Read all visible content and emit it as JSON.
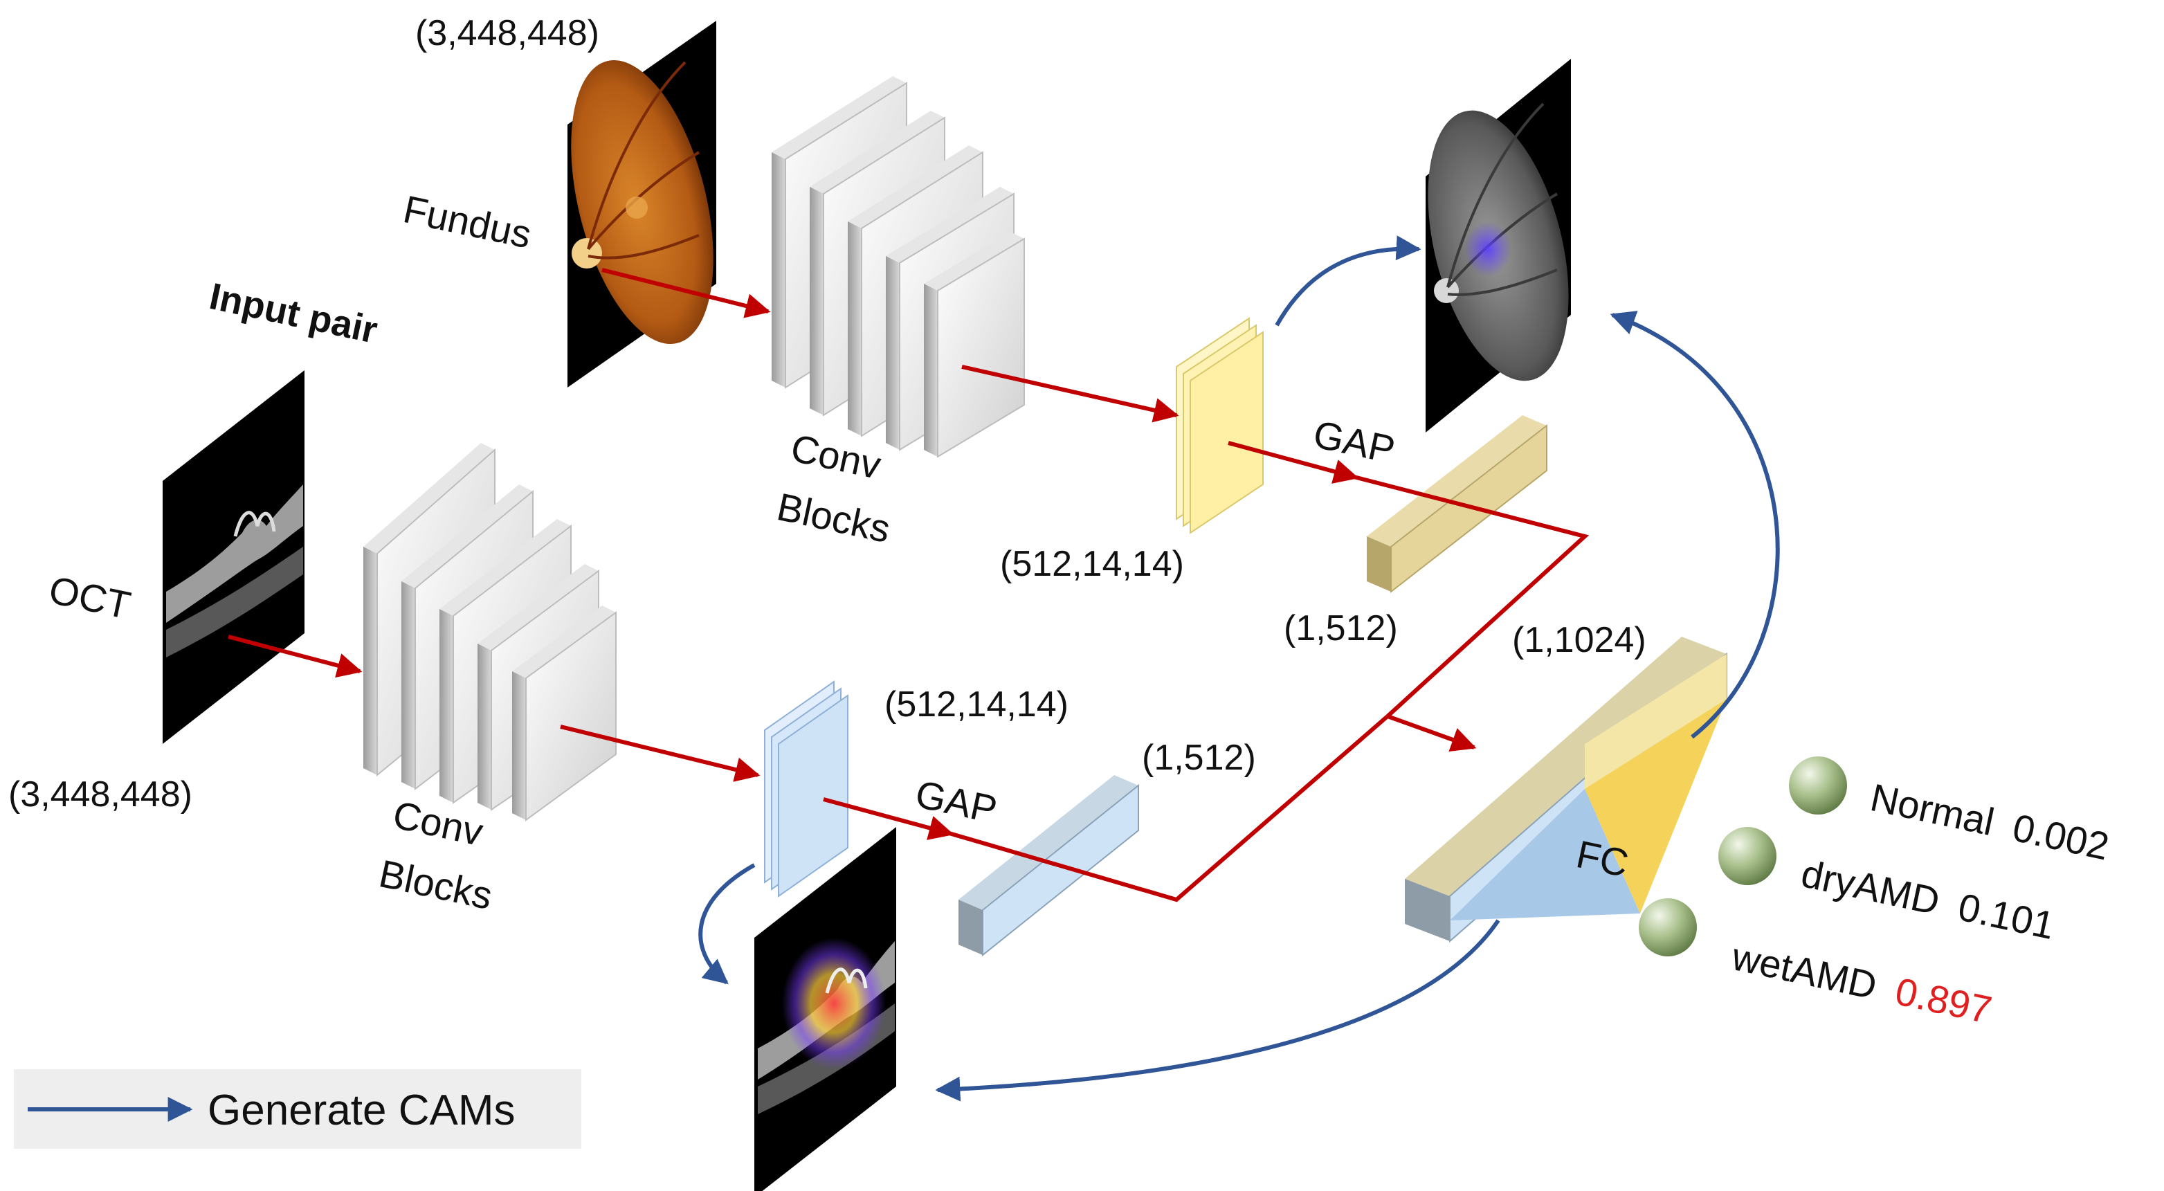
{
  "labels": {
    "input_pair": "Input pair",
    "fundus": "Fundus",
    "oct": "OCT",
    "fundus_shape": "(3,448,448)",
    "oct_shape": "(3,448,448)",
    "conv_top_line1": "Conv",
    "conv_top_line2": "Blocks",
    "conv_bottom_line1": "Conv",
    "conv_bottom_line2": "Blocks",
    "fmap_top_shape": "(512,14,14)",
    "fmap_bottom_shape": "(512,14,14)",
    "gap_top": "GAP",
    "gap_bottom": "GAP",
    "vec_top_shape": "(1,512)",
    "vec_bottom_shape": "(1,512)",
    "concat_shape": "(1,1024)",
    "fc": "FC"
  },
  "outputs": [
    {
      "label": "Normal",
      "value": "0.002",
      "highlight": false
    },
    {
      "label": "dryAMD",
      "value": "0.101",
      "highlight": false
    },
    {
      "label": "wetAMD",
      "value": "0.897",
      "highlight": true
    }
  ],
  "legend": {
    "label": "Generate CAMs"
  },
  "colors": {
    "flow_arrow": "#c00000",
    "cam_arrow": "#2f5597",
    "highlight_value": "#e02020",
    "fmap_top": "#fff2b3",
    "fmap_bottom": "#cfe3f7",
    "vec_top": "#d8c68c",
    "vec_bottom": "#b3c6d6",
    "fc_top": "#f5d35a",
    "fc_bottom": "#a8c8e8",
    "sphere": "#a9c08c"
  }
}
